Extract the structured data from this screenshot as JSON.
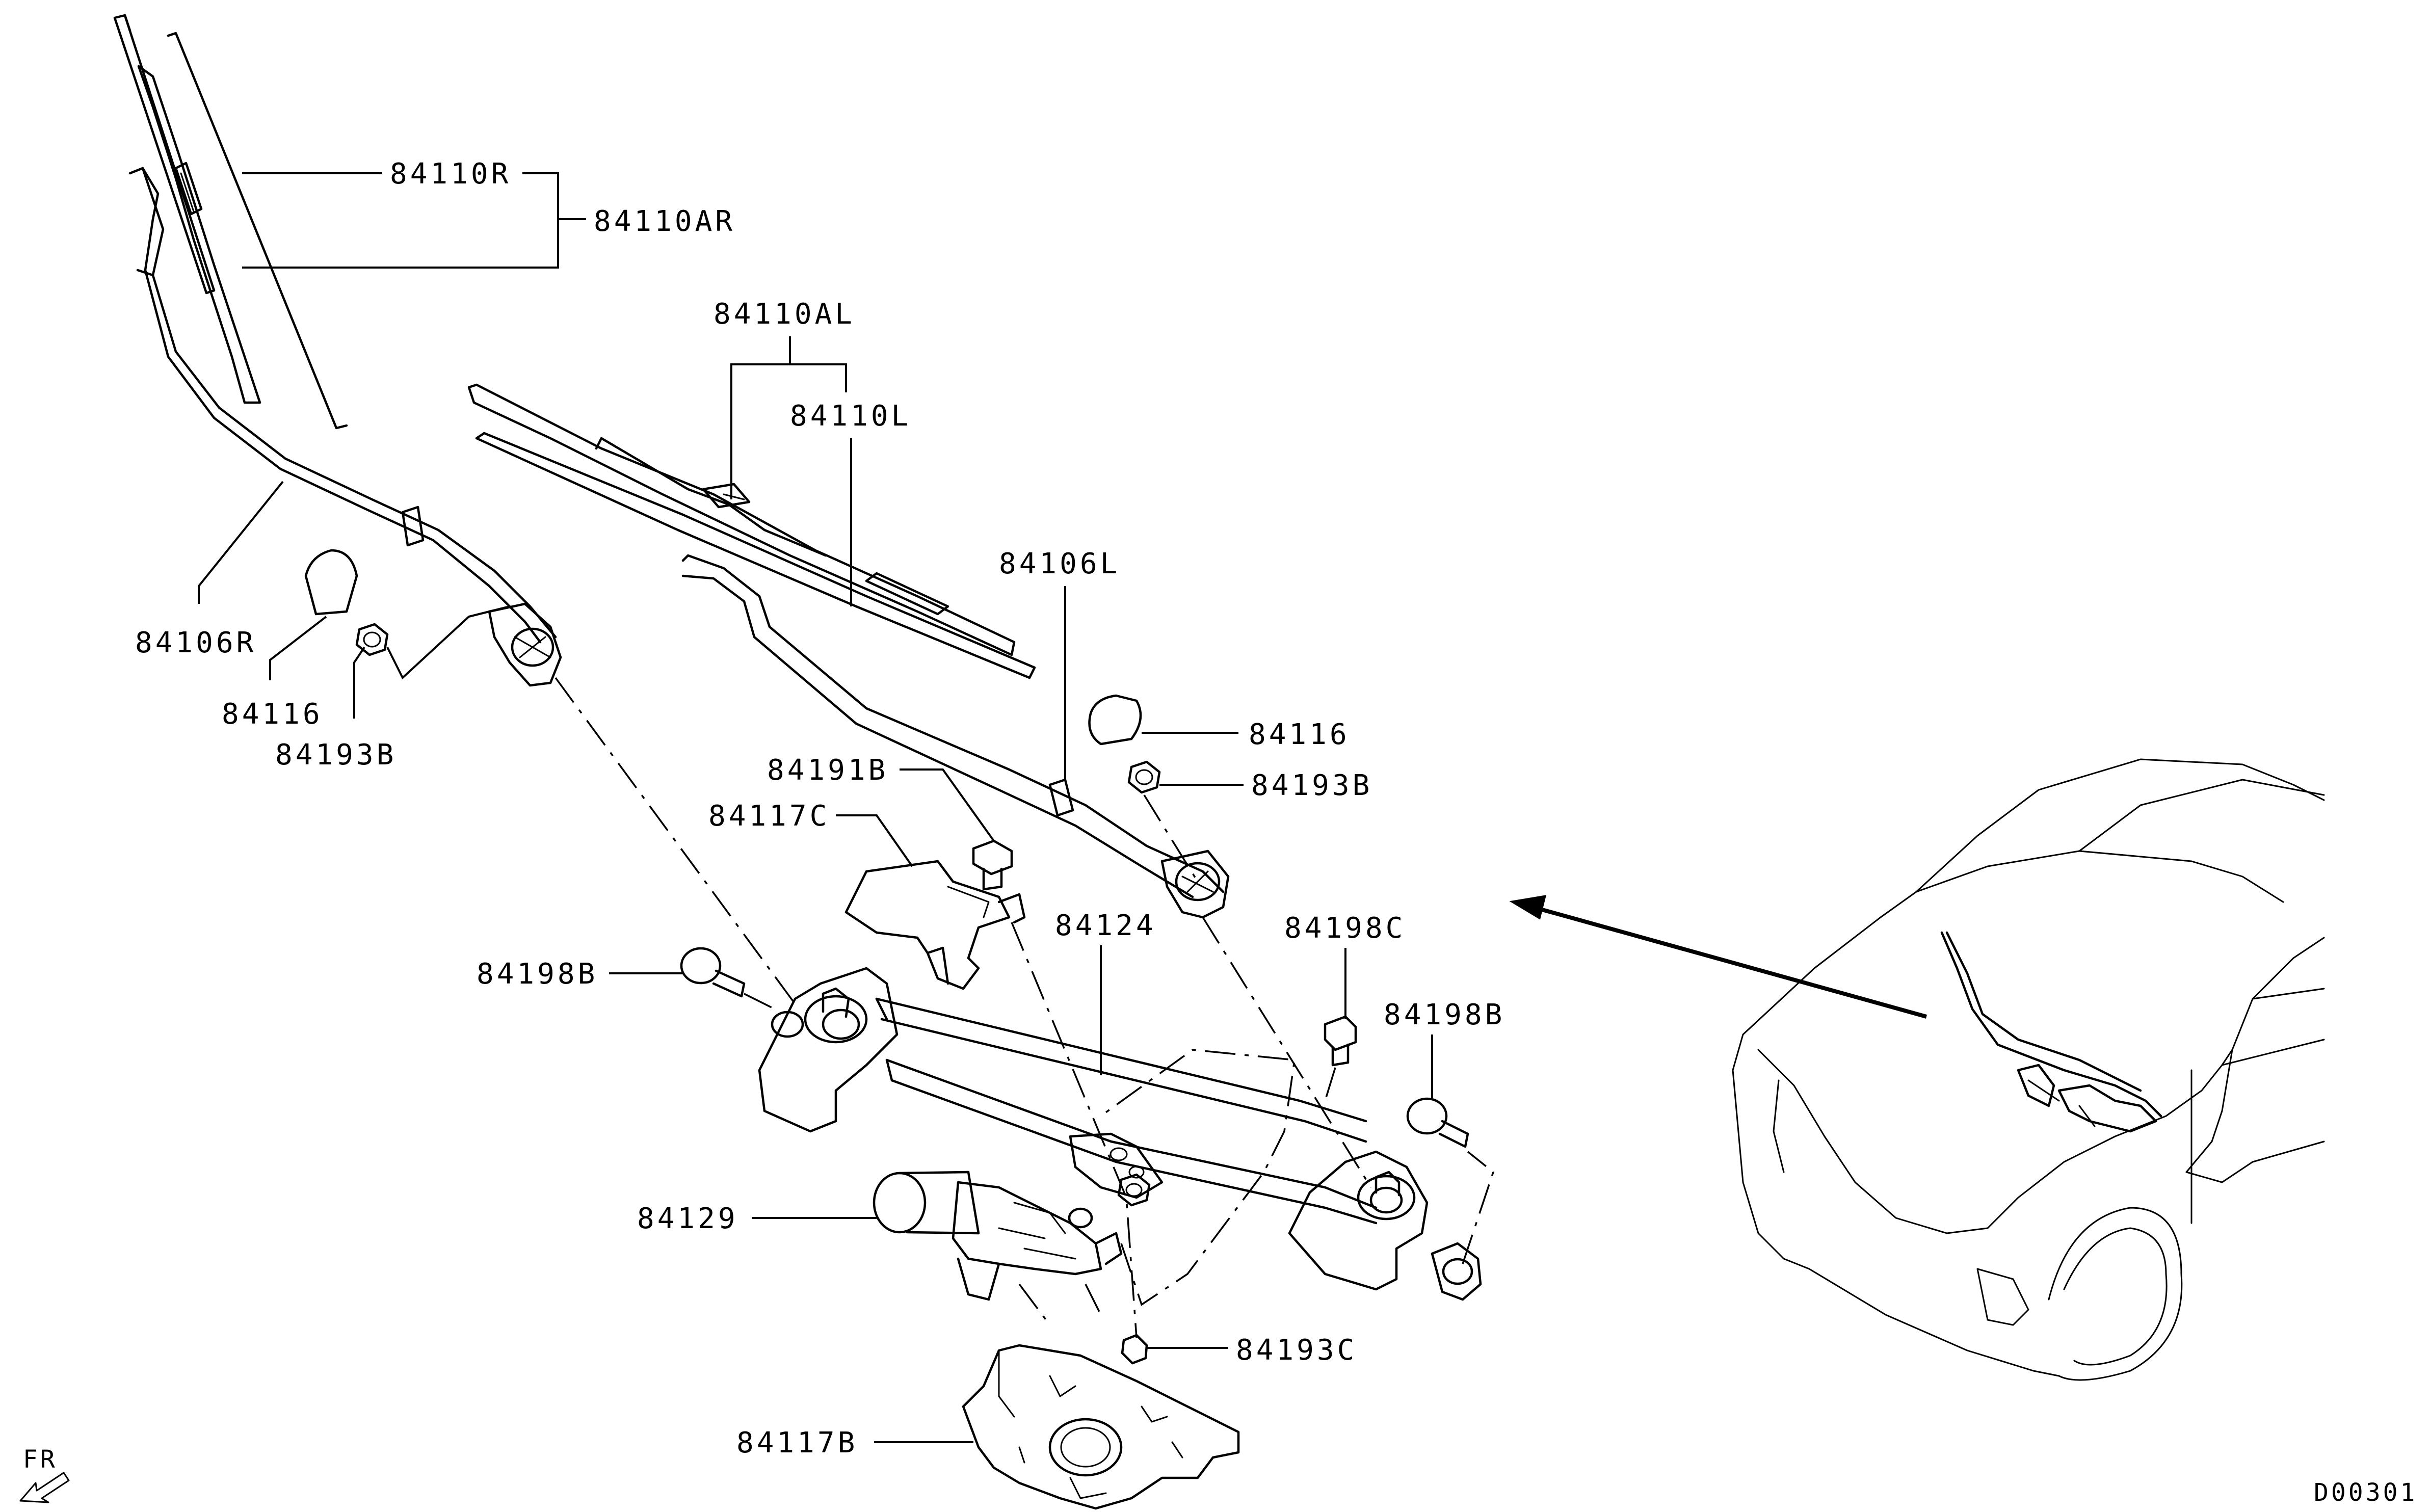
{
  "labels": {
    "p84110R": "84110R",
    "p84110AR": "84110AR",
    "p84110AL": "84110AL",
    "p84110L": "84110L",
    "p84106L": "84106L",
    "p84106R": "84106R",
    "p84116_right": "84116",
    "p84116_left": "84116",
    "p84193B_right": "84193B",
    "p84193B_left": "84193B",
    "p84191B": "84191B",
    "p84117C": "84117C",
    "p84124": "84124",
    "p84198C": "84198C",
    "p84198B_left": "84198B",
    "p84198B_right": "84198B",
    "p84129": "84129",
    "p84193C": "84193C",
    "p84117B": "84117B",
    "direction": "FR",
    "drawing_id": "D00301"
  }
}
